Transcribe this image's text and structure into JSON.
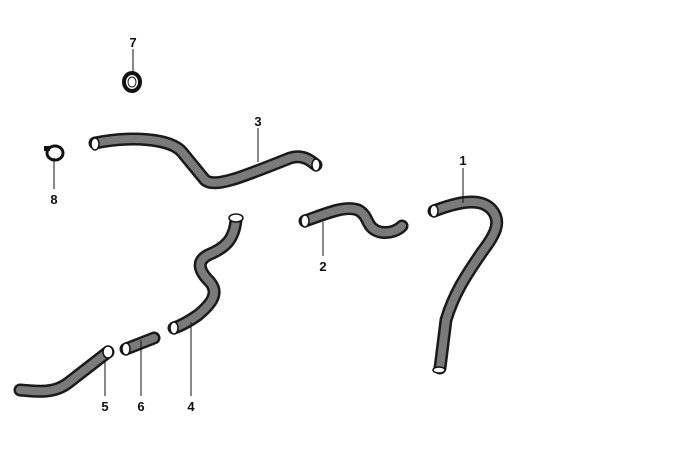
{
  "diagram": {
    "parts": [
      {
        "label": "1"
      },
      {
        "label": "2"
      },
      {
        "label": "3"
      },
      {
        "label": "4"
      },
      {
        "label": "5"
      },
      {
        "label": "6"
      },
      {
        "label": "7"
      },
      {
        "label": "8"
      }
    ]
  }
}
